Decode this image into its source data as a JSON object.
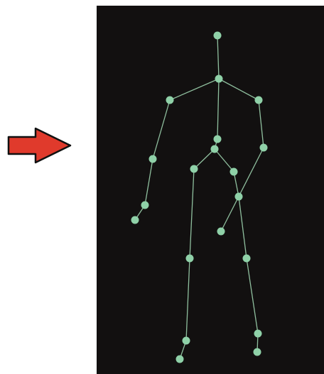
{
  "colors": {
    "background": "#ffffff",
    "panel": "#121010",
    "bone": "#8fbf9e",
    "joint": "#8fd1a8",
    "arrow_fill": "#e03a2c",
    "arrow_stroke": "#111111"
  },
  "icons": {
    "arrow": "right-arrow-icon"
  },
  "skeleton": {
    "joints": [
      "head",
      "neck",
      "left-shoulder",
      "right-shoulder",
      "left-elbow",
      "right-elbow",
      "left-wrist",
      "left-hand",
      "right-hand",
      "spine-mid",
      "pelvis",
      "left-hip",
      "right-hip",
      "left-knee",
      "right-knee",
      "right-thigh-mid",
      "left-ankle",
      "left-foot",
      "right-ankle",
      "right-foot"
    ],
    "bones": [
      [
        "head",
        "neck"
      ],
      [
        "neck",
        "left-shoulder"
      ],
      [
        "neck",
        "right-shoulder"
      ],
      [
        "neck",
        "spine-mid"
      ],
      [
        "spine-mid",
        "pelvis"
      ],
      [
        "left-shoulder",
        "left-elbow"
      ],
      [
        "left-elbow",
        "left-wrist"
      ],
      [
        "left-wrist",
        "left-hand"
      ],
      [
        "right-shoulder",
        "right-elbow"
      ],
      [
        "right-elbow",
        "right-hand"
      ],
      [
        "pelvis",
        "left-hip"
      ],
      [
        "pelvis",
        "right-hip"
      ],
      [
        "left-hip",
        "left-knee"
      ],
      [
        "left-knee",
        "left-ankle"
      ],
      [
        "left-ankle",
        "left-foot"
      ],
      [
        "right-hip",
        "right-thigh-mid"
      ],
      [
        "right-thigh-mid",
        "right-knee"
      ],
      [
        "right-knee",
        "right-ankle"
      ],
      [
        "right-ankle",
        "right-foot"
      ]
    ]
  }
}
